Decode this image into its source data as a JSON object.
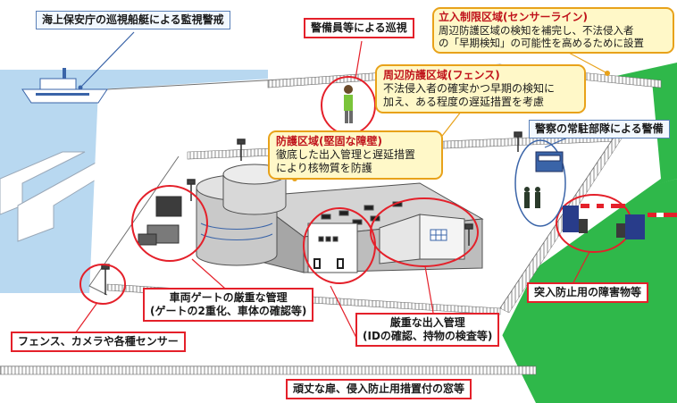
{
  "labels": {
    "coast_guard": "海上保安庁の巡視船艇による監視警戒",
    "guards_patrol": "警備員等による巡視",
    "restricted_area_title": "立入制限区域(センサーライン)",
    "restricted_area_line1": "周辺防護区域の検知を補完し、不法侵入者",
    "restricted_area_line2": "の「早期検知」の可能性を高めるために設置",
    "perimeter_title": "周辺防護区域(フェンス)",
    "perimeter_line1": "不法侵入者の確実かつ早期の検知に",
    "perimeter_line2": "加え、ある程度の遅延措置を考慮",
    "police": "警察の常駐部隊による警備",
    "protected_area_title": "防護区域(堅固な障壁)",
    "protected_area_line1": "徹底した出入管理と遅延措置",
    "protected_area_line2": "により核物質を防護",
    "vehicle_gate_line1": "車両ゲートの厳重な管理",
    "vehicle_gate_line2": "(ゲートの2重化、車体の確認等)",
    "barriers": "突入防止用の障害物等",
    "access_control_line1": "厳重な出入管理",
    "access_control_line2": "(IDの確認、持物の検査等)",
    "fence_sensors": "フェンス、カメラや各種センサー",
    "doors_windows": "頑丈な扉、侵入防止用措置付の窓等"
  },
  "colors": {
    "sea": "#b8d8f0",
    "ground": "#ffffff",
    "grass": "#2fb84a",
    "callout_red": "#e4202a",
    "callout_orange": "#e8a21a",
    "blue_line": "#3a64a8",
    "title_red": "#c0141c"
  },
  "icons": [
    "patrol-ship-icon",
    "guard-person-icon",
    "police-person-icon",
    "police-bus-icon",
    "camera-pole-icon",
    "barrier-block-icon",
    "gate-arm-icon",
    "storage-tank-icon"
  ]
}
